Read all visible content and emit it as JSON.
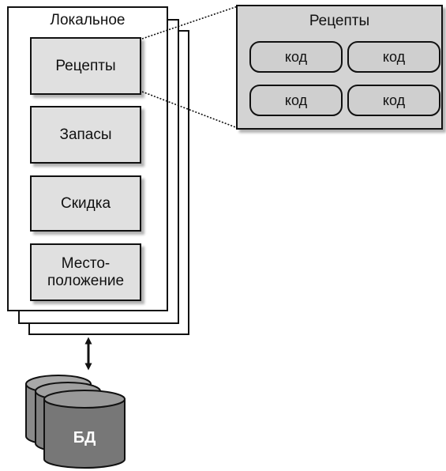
{
  "local": {
    "title": "Локальное",
    "modules": [
      {
        "label": "Рецепты"
      },
      {
        "label": "Запасы"
      },
      {
        "label": "Скидка"
      },
      {
        "label": "Место-\nположение"
      }
    ]
  },
  "zoom": {
    "title": "Рецепты",
    "items": [
      "код",
      "код",
      "код",
      "код"
    ]
  },
  "database": {
    "label": "БД"
  },
  "colors": {
    "module_fill": "#e0e0e0",
    "panel_fill": "#d3d3d3",
    "database_fill": "#777777",
    "outline": "#111111"
  }
}
